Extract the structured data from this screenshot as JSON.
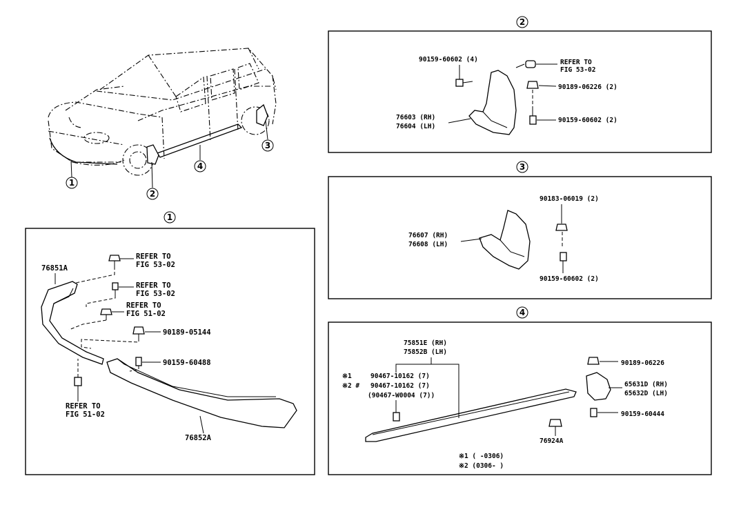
{
  "overview": {
    "callouts": [
      "1",
      "2",
      "3",
      "4"
    ]
  },
  "panel1": {
    "number": "1",
    "labels": {
      "upper_spoiler": "76851A",
      "lower_spoiler": "76852A",
      "refer_a_1": "REFER TO",
      "refer_a_2": "FIG 53-02",
      "refer_b_1": "REFER TO",
      "refer_b_2": "FIG 53-02",
      "refer_c_1": "REFER TO",
      "refer_c_2": "FIG 51-02",
      "clip": "90189-05144",
      "screw": "90159-60488",
      "refer_d_1": "REFER TO",
      "refer_d_2": "FIG 51-02"
    }
  },
  "panel2": {
    "number": "2",
    "labels": {
      "screw_top": "90159-60602 (4)",
      "refer_1": "REFER TO",
      "refer_2": "FIG 53-02",
      "clip": "90189-06226 (2)",
      "mudguard_rh": "76603 (RH)",
      "mudguard_lh": "76604 (LH)",
      "screw_bottom": "90159-60602 (2)"
    }
  },
  "panel3": {
    "number": "3",
    "labels": {
      "nut": "90183-06019 (2)",
      "mudguard_rh": "76607 (RH)",
      "mudguard_lh": "76608 (LH)",
      "screw": "90159-60602 (2)"
    }
  },
  "panel4": {
    "number": "4",
    "labels": {
      "rocker_rh": "75851E (RH)",
      "rocker_lh": "75852B (LH)",
      "note1_mark": "※1",
      "note1_part": "90467-10162 (7)",
      "note2_mark": "※2 #",
      "note2_part": "90467-10162 (7)",
      "note2_alt": "(90467-W0004 (7))",
      "clip": "90189-06226",
      "bracket_rh": "65631D (RH)",
      "bracket_lh": "65632D (LH)",
      "screw": "90159-60444",
      "nut": "76924A",
      "legend1": "※1 (      -0306)",
      "legend2": "※2 (0306-      )"
    }
  }
}
